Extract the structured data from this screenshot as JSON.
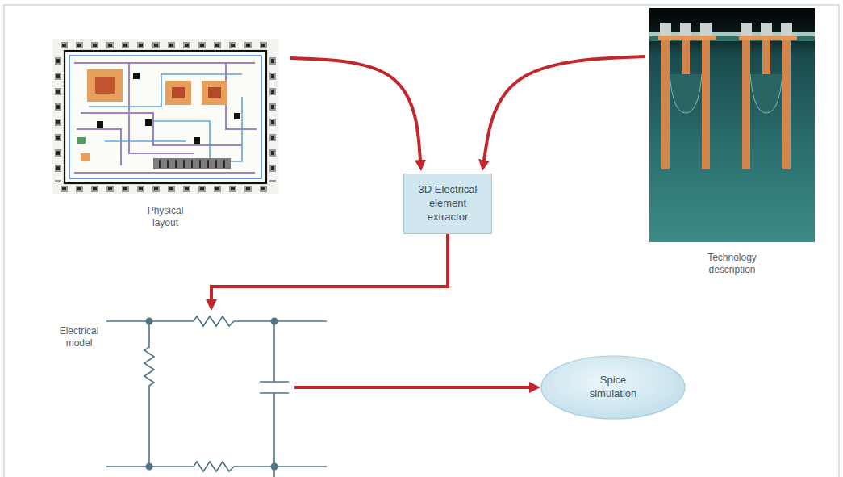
{
  "diagram": {
    "nodes": [
      {
        "text": [
          "Physical layout"
        ]
      },
      {
        "text": [
          "3D Electrical element extractor"
        ]
      },
      {
        "text": [
          "Technology description"
        ]
      },
      {
        "text": [
          "Electrical model"
        ]
      },
      {
        "text": [
          "Spice simulation"
        ]
      }
    ],
    "edges": [
      {
        "from": 0,
        "to": 1,
        "arrow": "to"
      },
      {
        "from": 2,
        "to": 1,
        "arrow": "to"
      },
      {
        "from": 1,
        "to": 3,
        "arrow": "to"
      },
      {
        "from": 3,
        "to": 4,
        "arrow": "to"
      }
    ]
  }
}
